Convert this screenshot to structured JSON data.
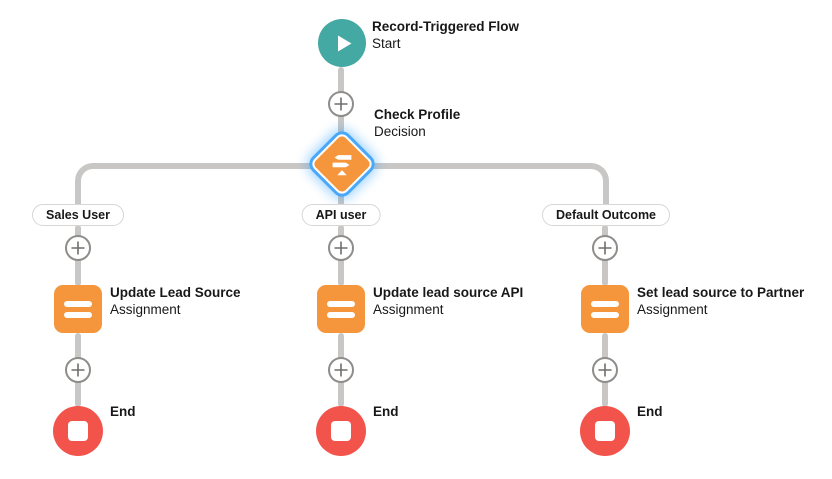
{
  "colors": {
    "teal": "#44a8a3",
    "orange": "#f6963c",
    "red": "#f2544b",
    "line": "#c9c7c5",
    "plus-border": "#8f8d8a",
    "plus-glyph": "#706e6b",
    "pill-border": "#d8d6d4",
    "text": "#181818",
    "glow": "#4aa8f8"
  },
  "flow": {
    "start": {
      "title": "Record-Triggered Flow",
      "subtitle": "Start"
    },
    "decision": {
      "title": "Check Profile",
      "subtitle": "Decision"
    },
    "branches": [
      {
        "label": "Sales User",
        "assignment": {
          "title": "Update Lead Source",
          "subtitle": "Assignment"
        },
        "end_label": "End"
      },
      {
        "label": "API user",
        "assignment": {
          "title": "Update lead source API",
          "subtitle": "Assignment"
        },
        "end_label": "End"
      },
      {
        "label": "Default Outcome",
        "assignment": {
          "title": "Set lead source to Partner",
          "subtitle": "Assignment"
        },
        "end_label": "End"
      }
    ]
  }
}
